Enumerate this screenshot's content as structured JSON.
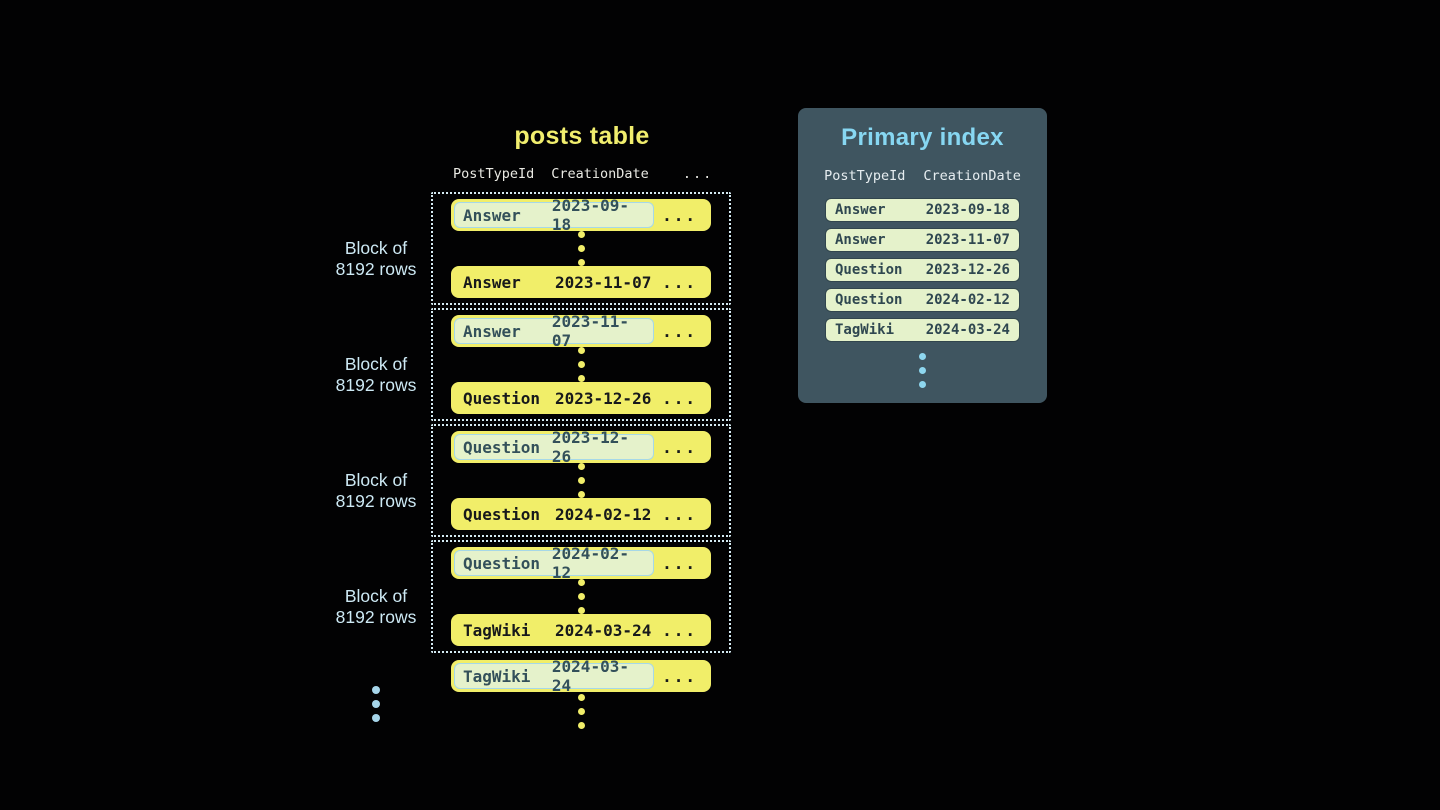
{
  "colors": {
    "background": "#020203",
    "row_yellow": "#f1ee69",
    "highlight_green": "#e5f2cb",
    "highlight_border_blue": "#a6d8e8",
    "panel_slate": "#3f5560",
    "title_yellow": "#f1ee6e",
    "index_title_blue": "#87d7f2",
    "label_blue": "#cde9f4",
    "dotted_border_blue": "#d4eaf2"
  },
  "posts_table": {
    "title": "posts table",
    "columns": {
      "col1": "PostTypeId",
      "col2": "CreationDate",
      "col3": "..."
    },
    "block_label": {
      "line1": "Block of",
      "line2": "8192 rows"
    },
    "blocks": [
      {
        "first": {
          "type": "Answer",
          "date": "2023-09-18"
        },
        "last": {
          "type": "Answer",
          "date": "2023-11-07"
        }
      },
      {
        "first": {
          "type": "Answer",
          "date": "2023-11-07"
        },
        "last": {
          "type": "Question",
          "date": "2023-12-26"
        }
      },
      {
        "first": {
          "type": "Question",
          "date": "2023-12-26"
        },
        "last": {
          "type": "Question",
          "date": "2024-02-12"
        }
      },
      {
        "first": {
          "type": "Question",
          "date": "2024-02-12"
        },
        "last": {
          "type": "TagWiki",
          "date": "2024-03-24"
        }
      }
    ],
    "overflow_row": {
      "type": "TagWiki",
      "date": "2024-03-24"
    },
    "ellipsis": "..."
  },
  "primary_index": {
    "title": "Primary index",
    "columns": {
      "col1": "PostTypeId",
      "col2": "CreationDate"
    },
    "rows": [
      {
        "type": "Answer",
        "date": "2023-09-18"
      },
      {
        "type": "Answer",
        "date": "2023-11-07"
      },
      {
        "type": "Question",
        "date": "2023-12-26"
      },
      {
        "type": "Question",
        "date": "2024-02-12"
      },
      {
        "type": "TagWiki",
        "date": "2024-03-24"
      }
    ]
  }
}
